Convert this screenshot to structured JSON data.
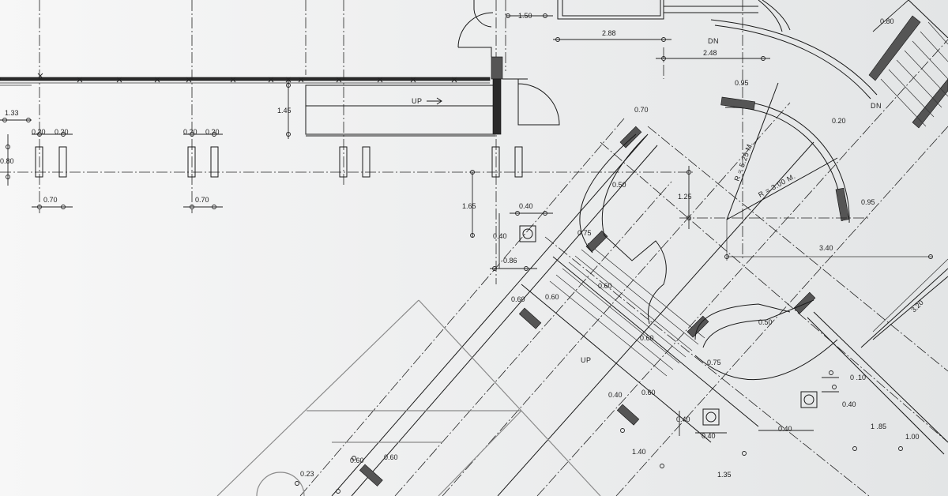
{
  "colors": {
    "paper_left": "#f7f7f7",
    "paper_right": "#e3e5e6",
    "ink": "#1a1a1a",
    "faded_ink": "#8a8a8a"
  },
  "labels": {
    "up_top": "UP",
    "up_stair": "UP",
    "dn_top": "DN",
    "dn_right": "DN",
    "radius_outer": "R = 5.25 M.",
    "radius_inner": "R = 3.00 M."
  },
  "dimensions": {
    "d_1_50": "1.50",
    "d_2_88": "2.88",
    "d_2_48": "2.48",
    "d_0_80_tr": "0.80",
    "d_1_33": "1.33",
    "d_0_80_l": "0.80",
    "d_0_70_a": "0.70",
    "d_0_70_b": "0.70",
    "d_0_20_a": "0.20",
    "d_0_20_b": "0.20",
    "d_0_20_c": "0.20",
    "d_0_20_d": "0.20",
    "d_1_45": "1.45",
    "d_1_65": "1.65",
    "d_0_40_a": "0.40",
    "d_0_40_b": "0.40",
    "d_0_86": "0.86",
    "d_0_70_top": "0.70",
    "d_0_50_a": "0.50",
    "d_0_75_a": "0.75",
    "d_1_25": "1.25",
    "d_0_95_a": "0.95",
    "d_0_95_b": "0.95",
    "d_0_20_e": "0.20",
    "d_3_40": "3.40",
    "d_3_20": "3.20",
    "d_0_60_a": "0.60",
    "d_0_60_b": "0.60",
    "d_0_60_c": "0.60",
    "d_0_60_d": "0.60",
    "d_0_60_e": "0.60",
    "d_0_50_b": "0.50",
    "d_0_75_b": "0.75",
    "d_0_10": "0 .10",
    "d_0_40_c": "0.40",
    "d_0_40_d": "0.40",
    "d_0_40_e": "0.40",
    "d_0_40_f": "0.40",
    "d_0_40_g": "0.40",
    "d_1_85": "1 .85",
    "d_1_00": "1.00",
    "d_1_40": "1.40",
    "d_1_35": "1.35",
    "d_0_23": "0.23",
    "d_0_60_f": "0.60",
    "d_0_60_g": "0.60"
  }
}
